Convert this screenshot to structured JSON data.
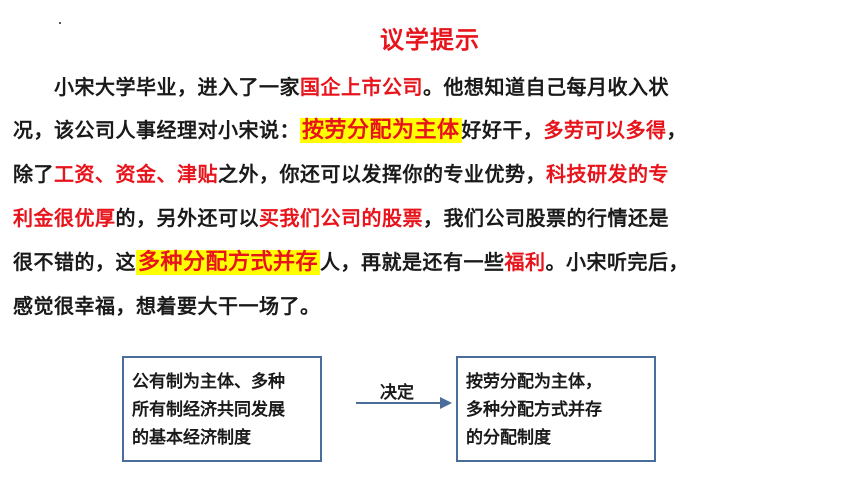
{
  "title": "议学提示",
  "lines": [
    [
      {
        "t": "　　小宋大学毕业，进入了一家",
        "s": ""
      },
      {
        "t": "国企上市公司",
        "s": "red"
      },
      {
        "t": "。他想知道自己每月收入状",
        "s": ""
      }
    ],
    [
      {
        "t": "况，该公司人事经理对小宋说：",
        "s": ""
      },
      {
        "t": "按劳分配为主体",
        "s": "hl"
      },
      {
        "t": "好好干，",
        "s": ""
      },
      {
        "t": "多劳可以多得",
        "s": "red"
      },
      {
        "t": "，",
        "s": ""
      }
    ],
    [
      {
        "t": "除了",
        "s": ""
      },
      {
        "t": "工资、资金、津贴",
        "s": "red"
      },
      {
        "t": "之外，你还可以发挥你的专业优势，",
        "s": ""
      },
      {
        "t": "科技研发的专",
        "s": "red"
      }
    ],
    [
      {
        "t": "利金很优厚",
        "s": "red"
      },
      {
        "t": "的，另外还可以",
        "s": ""
      },
      {
        "t": "买我们公司的股票",
        "s": "red"
      },
      {
        "t": "，我们公司股票的行情还是",
        "s": ""
      }
    ],
    [
      {
        "t": "很不错的，这",
        "s": ""
      },
      {
        "t": "多种分配方式并存",
        "s": "hl"
      },
      {
        "t": "人，再就是还有一些",
        "s": ""
      },
      {
        "t": "福利",
        "s": "red"
      },
      {
        "t": "。小宋听完后，",
        "s": ""
      }
    ],
    [
      {
        "t": "感觉很幸福，想着要大干一场了。",
        "s": ""
      }
    ]
  ],
  "box_left": [
    "公有制为主体、多种",
    "所有制经济共同发展",
    "的基本经济制度"
  ],
  "arrow_label": "决定",
  "box_right": [
    " 按劳分配为主体，",
    "多种分配方式并存",
    "的分配制度"
  ]
}
